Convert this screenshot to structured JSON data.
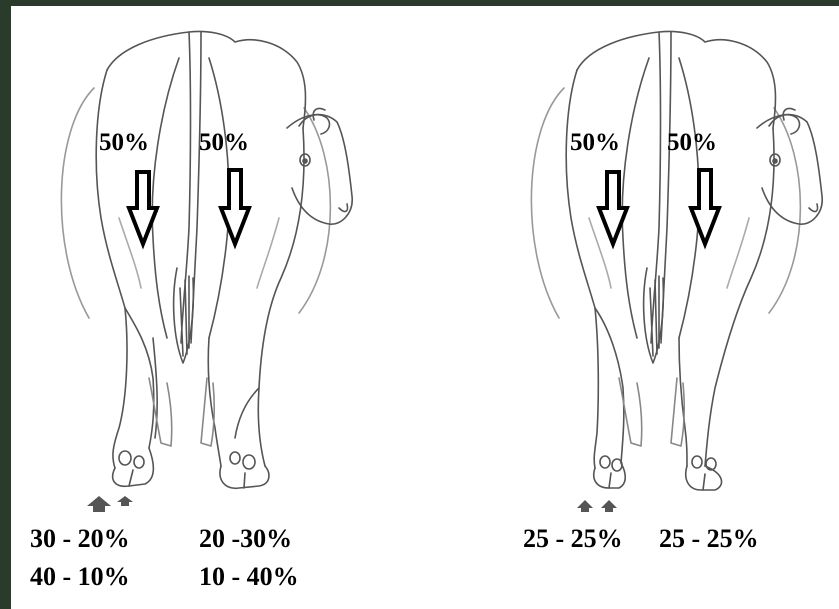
{
  "colors": {
    "background_frame": "#2a3a2b",
    "panel": "#ffffff",
    "ink": "#000000",
    "outline": "#555555",
    "hoof_arrow": "#555555"
  },
  "left_cow": {
    "top_labels": [
      "50%",
      "50%"
    ],
    "bottom_distribution": {
      "row1_left": "30 - 20%",
      "row1_right": "20 -30%",
      "row2_left": "40 - 10%",
      "row2_right": "10 - 40%"
    }
  },
  "right_cow": {
    "top_labels": [
      "50%",
      "50%"
    ],
    "bottom_distribution": {
      "left": "25 - 25%",
      "right": "25 - 25%"
    }
  }
}
